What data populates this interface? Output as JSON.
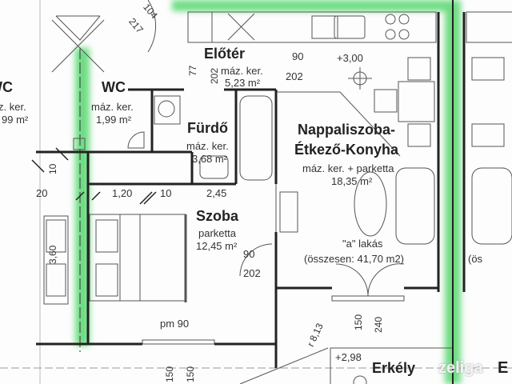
{
  "colors": {
    "highlight": "#3cd25a",
    "wall": "#222222",
    "line": "#555555"
  },
  "rooms": {
    "eloter": {
      "name": "Előtér",
      "floor": "máz. ker.",
      "area": "5,23 m²"
    },
    "wc_left": {
      "name": "WC",
      "floor": "z. ker.",
      "area": "99 m²"
    },
    "wc": {
      "name": "WC",
      "floor": "máz. ker.",
      "area": "1,99 m²"
    },
    "furdo": {
      "name": "Fürdő",
      "floor": "máz. ker.",
      "area": "3,68 m²"
    },
    "nappali": {
      "name1": "Nappaliszoba-",
      "name2": "Étkező-Konyha",
      "floor": "máz. ker. + parketta",
      "area": "18,35 m²"
    },
    "szoba": {
      "name": "Szoba",
      "floor": "parketta",
      "area": "12,45 m²"
    },
    "erkely": {
      "name": "Erkély"
    }
  },
  "apartment": {
    "label": "\"a\" lakás",
    "total": "(összesen: 41,70 m2)",
    "neighbor_partial": "(ös"
  },
  "dimensions": {
    "d104": "104",
    "d217": "217",
    "d77": "77",
    "d202a": "202",
    "d90a": "90",
    "d202b": "202",
    "level1": "+3,00",
    "d10a": "10",
    "d20": "20",
    "d120": "1,20",
    "d10b": "10",
    "d245": "2,45",
    "d90b": "90",
    "d202c": "202",
    "d360": "3,60",
    "pm90": "pm 90",
    "d150a": "150",
    "d150b": "150",
    "d150c": "150",
    "d240": "240",
    "r813": "r 8,13",
    "level2": "+2,98"
  },
  "watermark": "zeliga",
  "watermark_partial": "E"
}
